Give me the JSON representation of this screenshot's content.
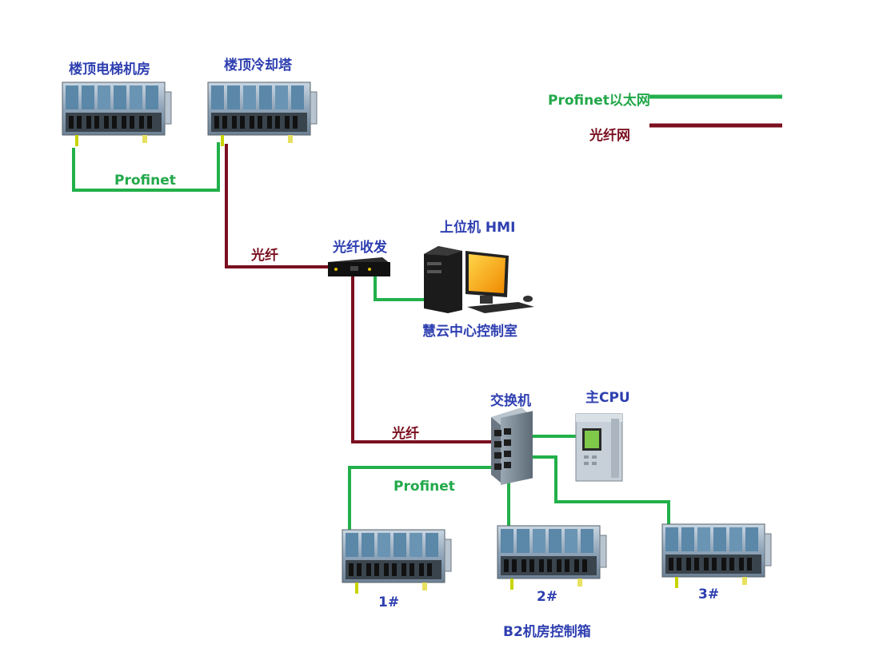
{
  "legend": {
    "profinet_label": "Profinet以太网",
    "fiber_label": "光纤网",
    "profinet_color": "#22b04a",
    "fiber_color": "#7a1020"
  },
  "nodes": {
    "elevator_room": "楼顶电梯机房",
    "cooling_tower": "楼顶冷却塔",
    "fiber_transceiver": "光纤收发",
    "hmi": "上位机 HMI",
    "control_room": "慧云中心控制室",
    "switch": "交换机",
    "main_cpu": "主CPU",
    "station_1": "1#",
    "station_2": "2#",
    "station_3": "3#",
    "b2_cabinet": "B2机房控制箱"
  },
  "links": {
    "top_profinet": "Profinet",
    "fiber_1": "光纤",
    "fiber_2": "光纤",
    "bottom_profinet": "Profinet"
  },
  "colors": {
    "label_blue": "#2e3fb0",
    "plc_body": "#8aa0b4",
    "device_dark": "#1a1a1a"
  }
}
